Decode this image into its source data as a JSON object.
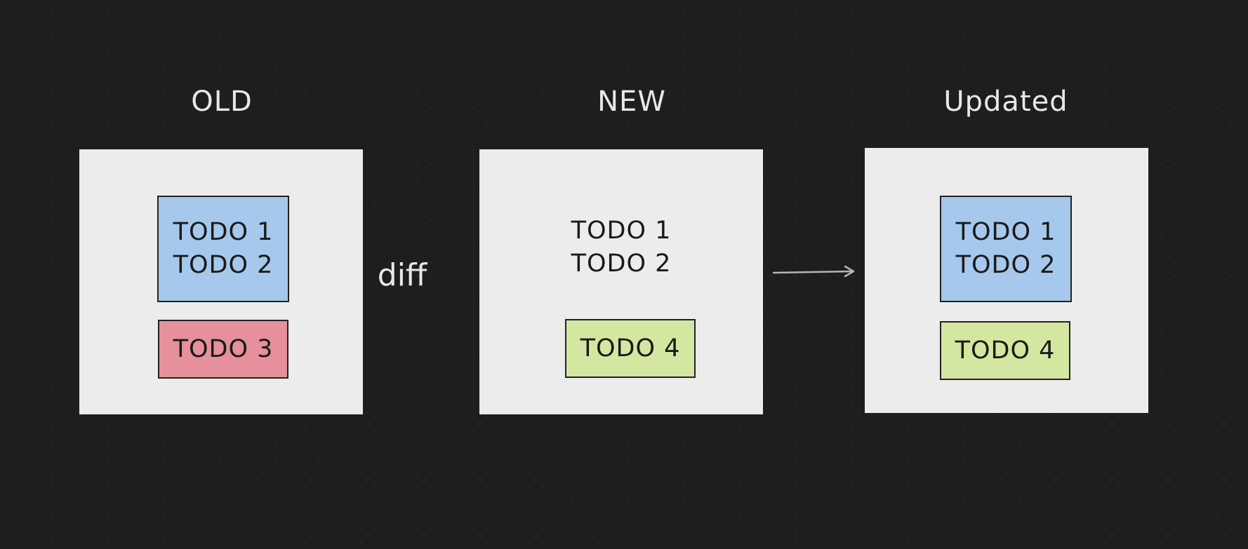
{
  "diagram": {
    "old": {
      "title": "OLD",
      "group_blue": [
        "TODO 1",
        "TODO 2"
      ],
      "item_red": "TODO 3"
    },
    "new": {
      "title": "NEW",
      "lines": [
        "TODO 1",
        "TODO 2"
      ],
      "item_green": "TODO 4"
    },
    "updated": {
      "title": "Updated",
      "group_blue": [
        "TODO 1",
        "TODO 2"
      ],
      "item_green": "TODO 4"
    },
    "operator_label": "diff",
    "colors": {
      "background": "#1e1e1e",
      "panel": "#ececec",
      "blue": "#a5c8ec",
      "red": "#e5909a",
      "green": "#d3e7a1",
      "stroke": "#222222",
      "text_light": "#e8e8e8",
      "arrow": "#b5b5b5"
    }
  }
}
